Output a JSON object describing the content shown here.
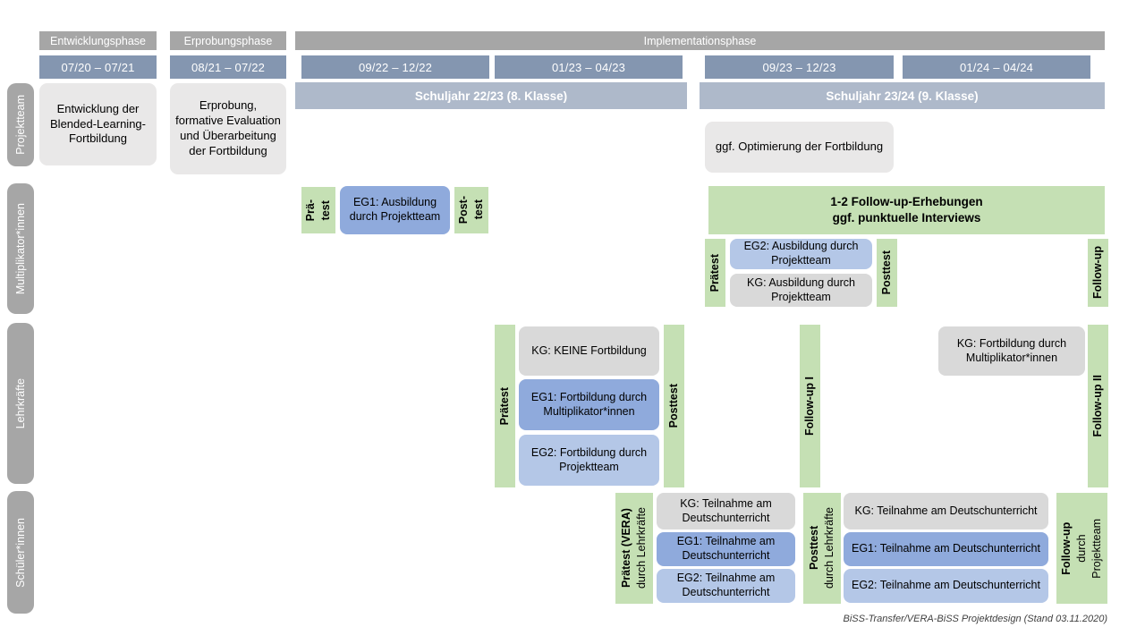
{
  "palette": {
    "phase_bar": "#a6a6a6",
    "date_bar": "#8496b0",
    "school_year_bar": "#aeb9ca",
    "sidebar_bar": "#a6a6a6",
    "neutral_box": "#e9e8e8",
    "kg_box": "#d9d9d9",
    "eg1_box": "#8faadc",
    "eg2_box": "#b4c7e7",
    "test_bar_green": "#c5e0b4"
  },
  "header": {
    "phases": [
      "Entwicklungsphase",
      "Erprobungsphase",
      "Implementationsphase"
    ],
    "dates": [
      "07/20 – 07/21",
      "08/21 – 07/22",
      "09/22 – 12/22",
      "01/23 – 04/23",
      "09/23 – 12/23",
      "01/24 – 04/24"
    ],
    "school_years": [
      "Schuljahr 22/23 (8. Klasse)",
      "Schuljahr 23/24 (9. Klasse)"
    ]
  },
  "sidebar": {
    "rows": [
      "Projektteam",
      "Multiplikator*innen",
      "Lehrkräfte",
      "Schüler*innen"
    ]
  },
  "projektteam": {
    "entwicklung": "Entwicklung der Blended-Learning-Fortbildung",
    "erprobung": "Erprobung, formative Evaluation und Überarbeitung der Fortbildung",
    "optimierung": "ggf. Optimierung der Fortbildung"
  },
  "multiplikatoren": {
    "praetest_l1": "Prä-",
    "praetest_l2": "test",
    "eg1": "EG1: Ausbildung durch Projektteam",
    "posttest_l1": "Post-",
    "posttest_l2": "test",
    "followup_erhebungen_l1": "1-2 Follow-up-Erhebungen",
    "followup_erhebungen_l2": "ggf. punktuelle Interviews",
    "praetest2": "Prätest",
    "eg2": "EG2: Ausbildung durch Projektteam",
    "kg": "KG: Ausbildung durch Projektteam",
    "posttest2": "Posttest",
    "followup": "Follow-up"
  },
  "lehrkraefte": {
    "praetest": "Prätest",
    "kg": "KG: KEINE Fortbildung",
    "eg1": "EG1: Fortbildung durch Multiplikator*innen",
    "eg2": "EG2: Fortbildung durch Projektteam",
    "posttest": "Posttest",
    "followup1": "Follow-up I",
    "kg_fortbildung": "KG: Fortbildung durch Multiplikator*innen",
    "followup2": "Follow-up II"
  },
  "schueler": {
    "praetest_main": "Prätest (VERA)",
    "praetest_sub": "durch Lehrkräfte",
    "kg1": "KG: Teilnahme am Deutschunterricht",
    "eg1a": "EG1: Teilnahme am Deutschunterricht",
    "eg2a": "EG2: Teilnahme am Deutschunterricht",
    "posttest_main": "Posttest",
    "posttest_sub": "durch Lehrkräfte",
    "kg2": "KG: Teilnahme am Deutschunterricht",
    "eg1b": "EG1: Teilnahme am Deutschunterricht",
    "eg2b": "EG2: Teilnahme am Deutschunterricht",
    "followup_main": "Follow-up",
    "followup_sub1": "durch",
    "followup_sub2": "Projektteam"
  },
  "caption": "BiSS-Transfer/VERA-BiSS Projektdesign (Stand 03.11.2020)"
}
